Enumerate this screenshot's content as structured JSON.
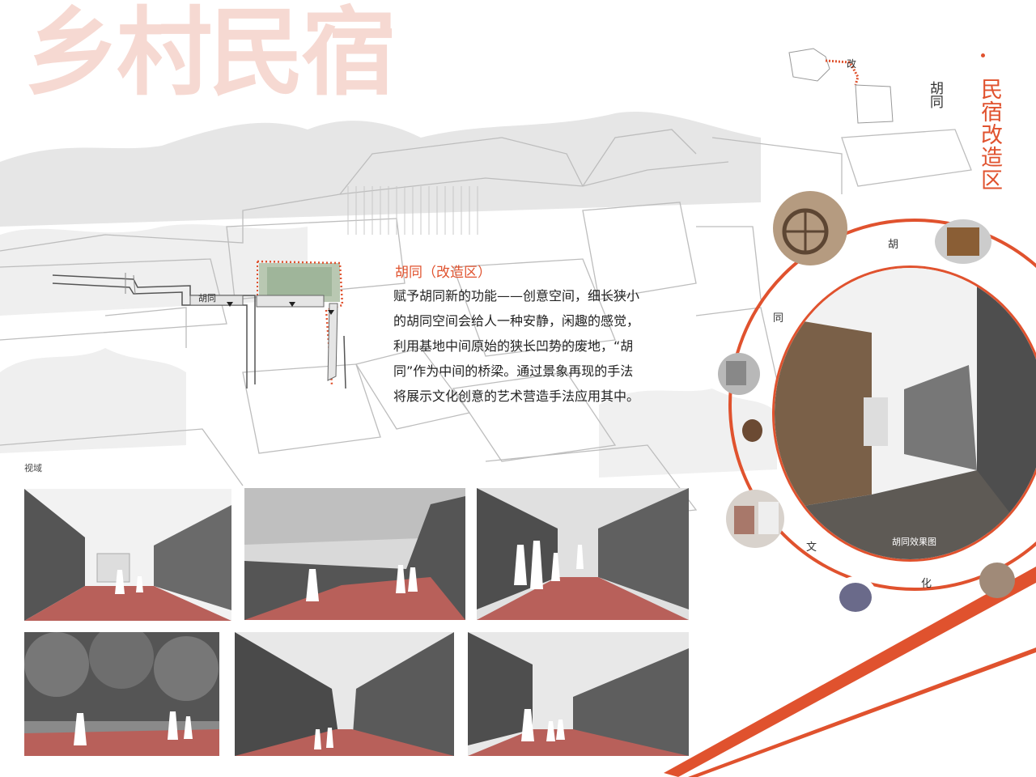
{
  "poster": {
    "title": "乡村民宿",
    "side_title": "民宿改造区",
    "side_subtitle": "胡同",
    "keyplan_label": "改"
  },
  "section": {
    "heading": "胡同（改造区）",
    "paragraph_lines": [
      "赋予胡同新的功能——创意空间，细长狭小",
      "的胡同空间会给人一种安静，闲趣的感觉，",
      "利用基地中间原始的狭长凹势的废地，“胡",
      "同”作为中间的桥梁。通过景象再现的手法",
      "将展示文化创意的艺术营造手法应用其中。"
    ]
  },
  "plan": {
    "label": "胡同"
  },
  "views": {
    "label": "视域",
    "count": 6
  },
  "circle": {
    "characters": [
      "胡",
      "同",
      "文",
      "化"
    ],
    "effect_caption": "胡同效果图"
  },
  "colors": {
    "accent": "#e0522e",
    "title_tint": "#f6d9d2",
    "path_red": "#b8605a"
  }
}
